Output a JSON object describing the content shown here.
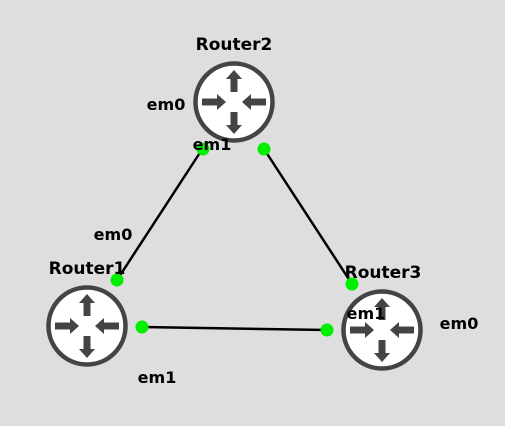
{
  "diagram": {
    "colors": {
      "background": "#dedede",
      "link": "#000000",
      "port": "#00ee00",
      "router_ring": "#444444",
      "router_fill": "#ffffff",
      "router_arrow": "#444444",
      "text": "#000000"
    },
    "routers": [
      {
        "id": "r2",
        "label": "Router2",
        "icon": "router-icon"
      },
      {
        "id": "r1",
        "label": "Router1",
        "icon": "router-icon"
      },
      {
        "id": "r3",
        "label": "Router3",
        "icon": "router-icon"
      }
    ],
    "links": [
      {
        "id": "r2-r1",
        "from": "r2",
        "to": "r1",
        "from_if": "em1",
        "to_if": "em0"
      },
      {
        "id": "r2-r3",
        "from": "r2",
        "to": "r3",
        "from_if": "em0",
        "to_if": "em1"
      },
      {
        "id": "r1-r3",
        "from": "r1",
        "to": "r3",
        "from_if": "em1",
        "to_if": "em0"
      }
    ]
  }
}
